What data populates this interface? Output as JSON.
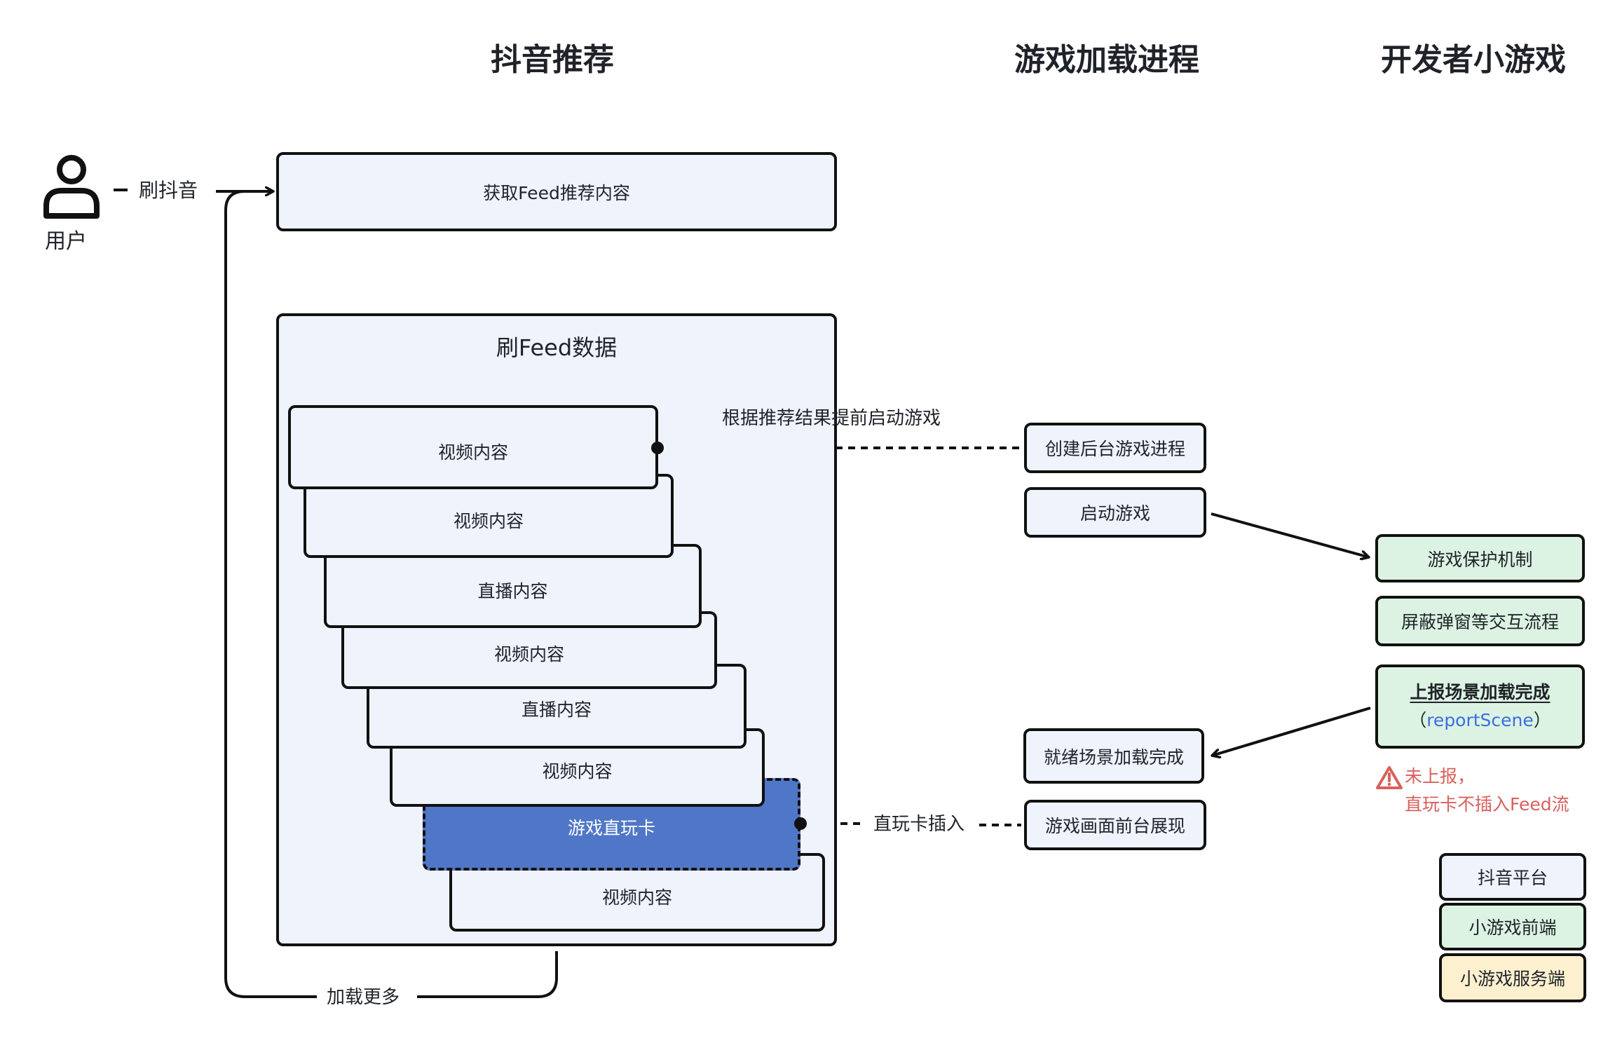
{
  "columns": {
    "douyin": "抖音推荐",
    "loader": "游戏加载进程",
    "developer": "开发者小游戏"
  },
  "user": {
    "label": "用户",
    "action": "刷抖音"
  },
  "feed_fetch": {
    "label": "获取Feed推荐内容"
  },
  "feed_container": {
    "title": "刷Feed数据",
    "cards": [
      {
        "label": "视频内容",
        "type": "video"
      },
      {
        "label": "视频内容",
        "type": "video"
      },
      {
        "label": "直播内容",
        "type": "live"
      },
      {
        "label": "视频内容",
        "type": "video"
      },
      {
        "label": "直播内容",
        "type": "live"
      },
      {
        "label": "视频内容",
        "type": "video"
      },
      {
        "label": "游戏直玩卡",
        "type": "game"
      },
      {
        "label": "视频内容",
        "type": "video"
      }
    ]
  },
  "connectors": {
    "prelaunch": "根据推荐结果提前启动游戏",
    "insert": "直玩卡插入",
    "load_more": "加载更多"
  },
  "loader_steps": {
    "create_process": "创建后台游戏进程",
    "start_game": "启动游戏",
    "scene_ready": "就绪场景加载完成",
    "foreground": "游戏画面前台展现"
  },
  "developer_steps": {
    "protection": "游戏保护机制",
    "block_popups": "屏蔽弹窗等交互流程",
    "report_title": "上报场景加载完成",
    "report_api_open": "（",
    "report_api": "reportScene",
    "report_api_close": "）"
  },
  "warning": {
    "icon": "warning-triangle-icon",
    "line1": "未上报，",
    "line2": "直玩卡不插入Feed流",
    "color": "#d9605c"
  },
  "legend": [
    {
      "label": "抖音平台",
      "color": "#eef3fc"
    },
    {
      "label": "小游戏前端",
      "color": "#dcf3e3"
    },
    {
      "label": "小游戏服务端",
      "color": "#fdf0cf"
    }
  ],
  "colors": {
    "platform_fill": "#eef3fc",
    "frontend_fill": "#dcf3e3",
    "server_fill": "#fdf0cf",
    "game_card_fill": "#5077c7",
    "api_text": "#3a6fe0"
  }
}
